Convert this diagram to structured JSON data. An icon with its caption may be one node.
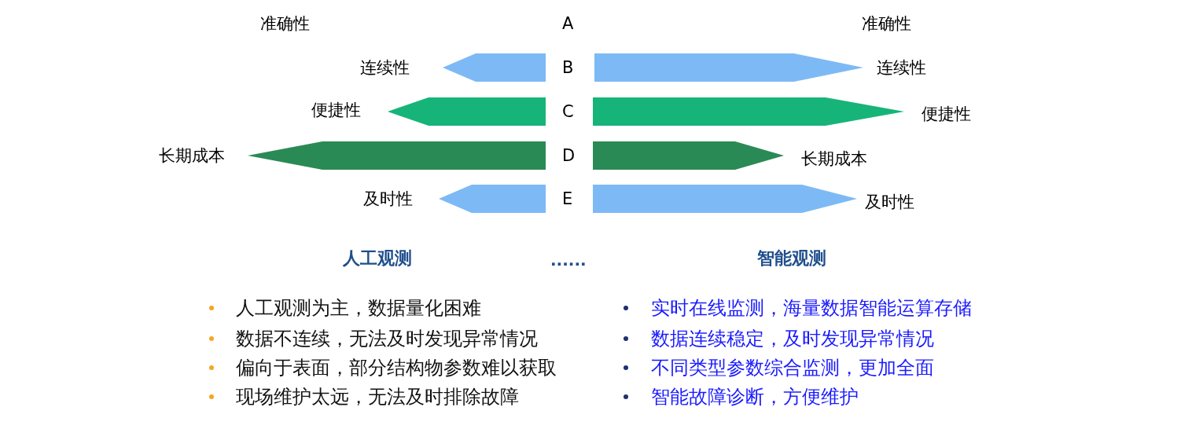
{
  "diagram": {
    "labels": [
      "准确性",
      "A",
      "准确性",
      "连续性",
      "B",
      "连续性",
      "便捷性",
      "C",
      "便捷性",
      "长期成本",
      "D",
      "长期成本",
      "及时性",
      "E",
      "及时性",
      "人工观测",
      "......",
      "智能观测",
      "人工观测为主，数据量化困难",
      "数据不连续，无法及时发现异常情况",
      "偏向于表面，部分结构物参数难以获取",
      "现场维护太远，无法及时排除故障",
      "实时在线监测，海量数据智能运算存储",
      "数据连续稳定，及时发现异常情况",
      "不同类型参数综合监测，更加全面",
      "智能故障诊断，方便维护"
    ]
  }
}
